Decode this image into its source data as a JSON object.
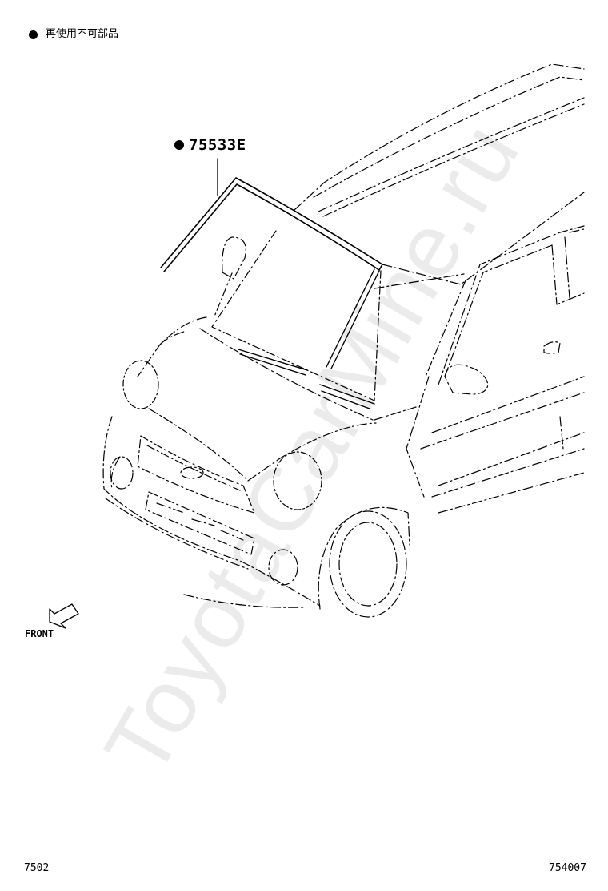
{
  "legend": {
    "marker_icon": "filled-circle-icon",
    "text": "再使用不可部品"
  },
  "callout": {
    "marker_icon": "filled-circle-icon",
    "part_number": "75533E"
  },
  "front_indicator": {
    "icon": "front-arrow-icon",
    "label": "FRONT"
  },
  "footer": {
    "left_code": "7502",
    "right_code": "754007"
  },
  "watermark": {
    "text": "ToyotaCarMine.ru"
  },
  "colors": {
    "line": "#000000",
    "background": "#ffffff"
  }
}
